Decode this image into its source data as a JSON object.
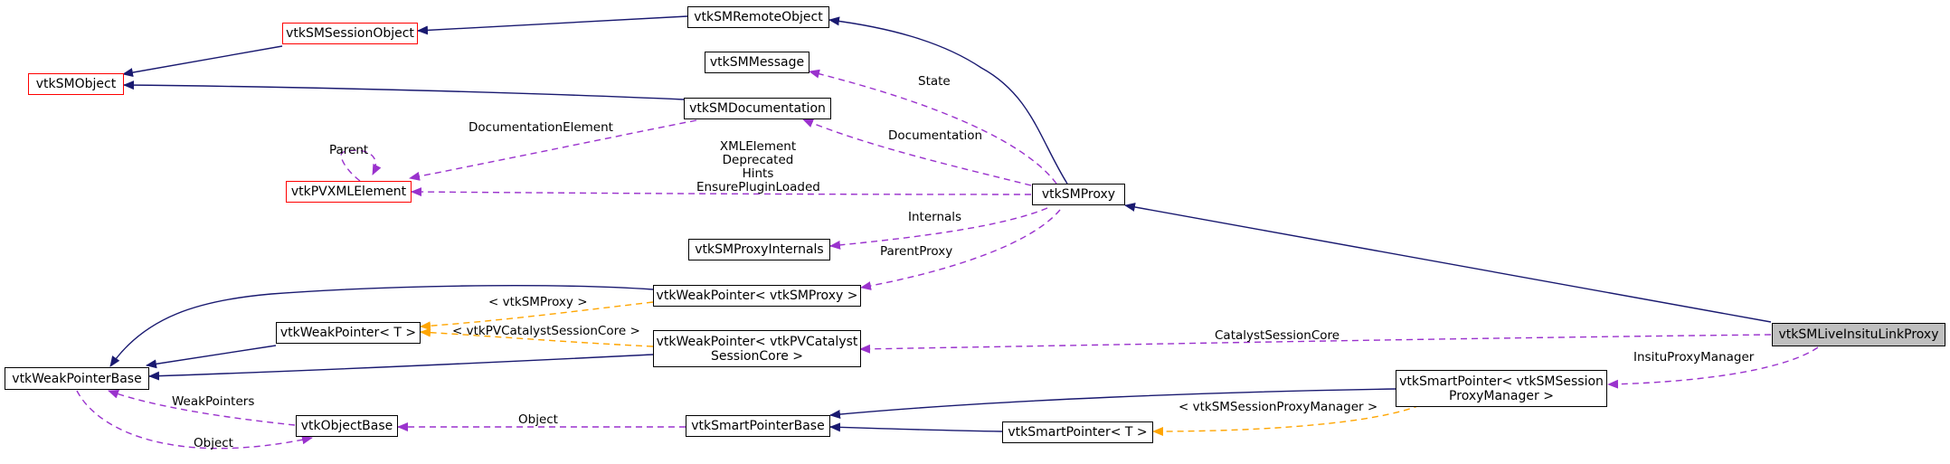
{
  "nodes": {
    "remote_object": "vtkSMRemoteObject",
    "session_object": "vtkSMSessionObject",
    "message": "vtkSMMessage",
    "sm_object": "vtkSMObject",
    "documentation": "vtkSMDocumentation",
    "pvxml_element": "vtkPVXMLElement",
    "proxy": "vtkSMProxy",
    "proxy_internals": "vtkSMProxyInternals",
    "weak_pointer_proxy": "vtkWeakPointer< vtkSMProxy >",
    "weak_pointer_t": "vtkWeakPointer< T >",
    "weak_pointer_catalyst": "vtkWeakPointer< vtkPVCatalyst\nSessionCore >",
    "weak_pointer_base": "vtkWeakPointerBase",
    "live_insitu_link_proxy": "vtkSMLiveInsituLinkProxy",
    "smart_pointer_session": "vtkSmartPointer< vtkSMSession\nProxyManager >",
    "object_base": "vtkObjectBase",
    "smart_pointer_base": "vtkSmartPointerBase",
    "smart_pointer_t": "vtkSmartPointer< T >"
  },
  "edge_labels": {
    "state": "State",
    "parent": "Parent",
    "documentation_element": "DocumentationElement",
    "documentation": "Documentation",
    "xml_element": "XMLElement\nDeprecated\nHints\nEnsurePluginLoaded",
    "internals": "Internals",
    "parent_proxy": "ParentProxy",
    "t_vtksmproxy": "< vtkSMProxy >",
    "t_catalyst": "< vtkPVCatalystSessionCore >",
    "catalyst_session_core": "CatalystSessionCore",
    "insitu_proxy_manager": "InsituProxyManager",
    "weak_pointers": "WeakPointers",
    "object_1": "Object",
    "object_2": "Object",
    "t_session_proxy_manager": "< vtkSMSessionProxyManager >"
  },
  "colors": {
    "inheritance_edge": "#191970",
    "usage_edge": "#9a32cd",
    "template_edge": "#ffa500",
    "highlight_border": "#ff0000",
    "focus_fill": "#bfbfbf"
  }
}
